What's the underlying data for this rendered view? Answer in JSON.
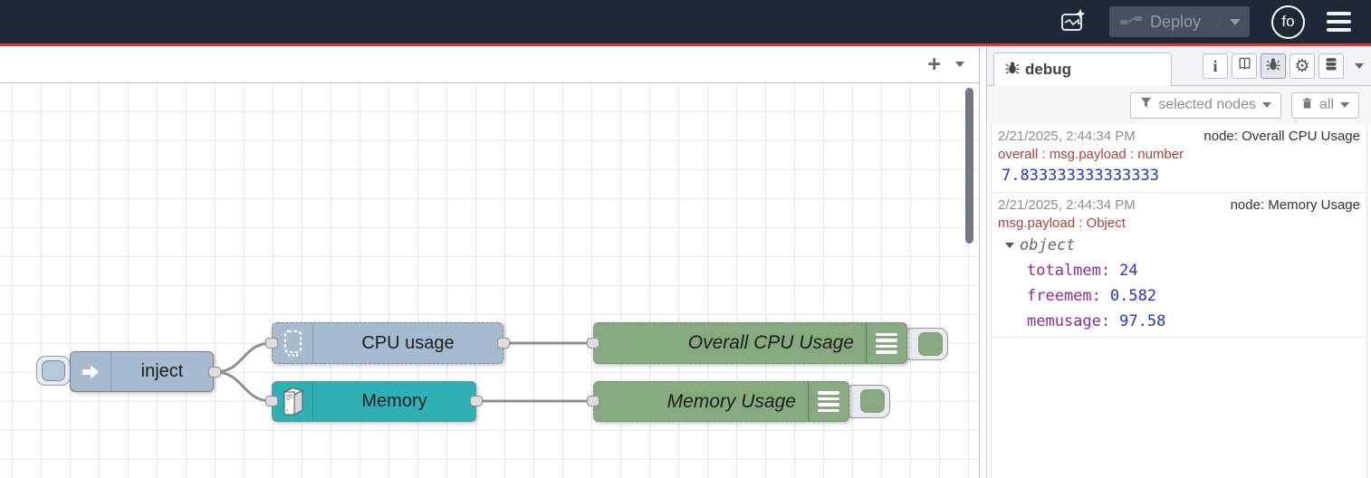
{
  "header": {
    "deploy_label": "Deploy",
    "avatar_label": "fo"
  },
  "workspace": {
    "add_flow_glyph": "+"
  },
  "flow": {
    "inject": {
      "label": "inject"
    },
    "cpu": {
      "label": "CPU usage"
    },
    "memory": {
      "label": "Memory"
    },
    "debug_cpu": {
      "label": "Overall CPU Usage"
    },
    "debug_mem": {
      "label": "Memory Usage"
    }
  },
  "sidebar": {
    "active_tab": "debug",
    "filter_label": "selected nodes",
    "clear_label": "all",
    "icons": {
      "info_glyph": "i",
      "gear_glyph": "⚙"
    },
    "messages": [
      {
        "timestamp": "2/21/2025, 2:44:34 PM",
        "source": "node: Overall CPU Usage",
        "property": "overall : msg.payload : number",
        "value": "7.833333333333333"
      },
      {
        "timestamp": "2/21/2025, 2:44:34 PM",
        "source": "node: Memory Usage",
        "property": "msg.payload : Object",
        "object_label": "object",
        "fields": [
          {
            "key": "totalmem:",
            "value": "24"
          },
          {
            "key": "freemem:",
            "value": "0.582"
          },
          {
            "key": "memusage:",
            "value": "97.58"
          }
        ]
      }
    ]
  },
  "colors": {
    "header_bg": "#1e2836",
    "accent_red": "#d43b32",
    "node_blue": "#a6bbcf",
    "node_teal": "#2fb0b5",
    "node_green": "#87a980",
    "debug_value_blue": "#2733cc",
    "debug_key_purple": "#8f2a93",
    "debug_property_red": "#a94442"
  }
}
